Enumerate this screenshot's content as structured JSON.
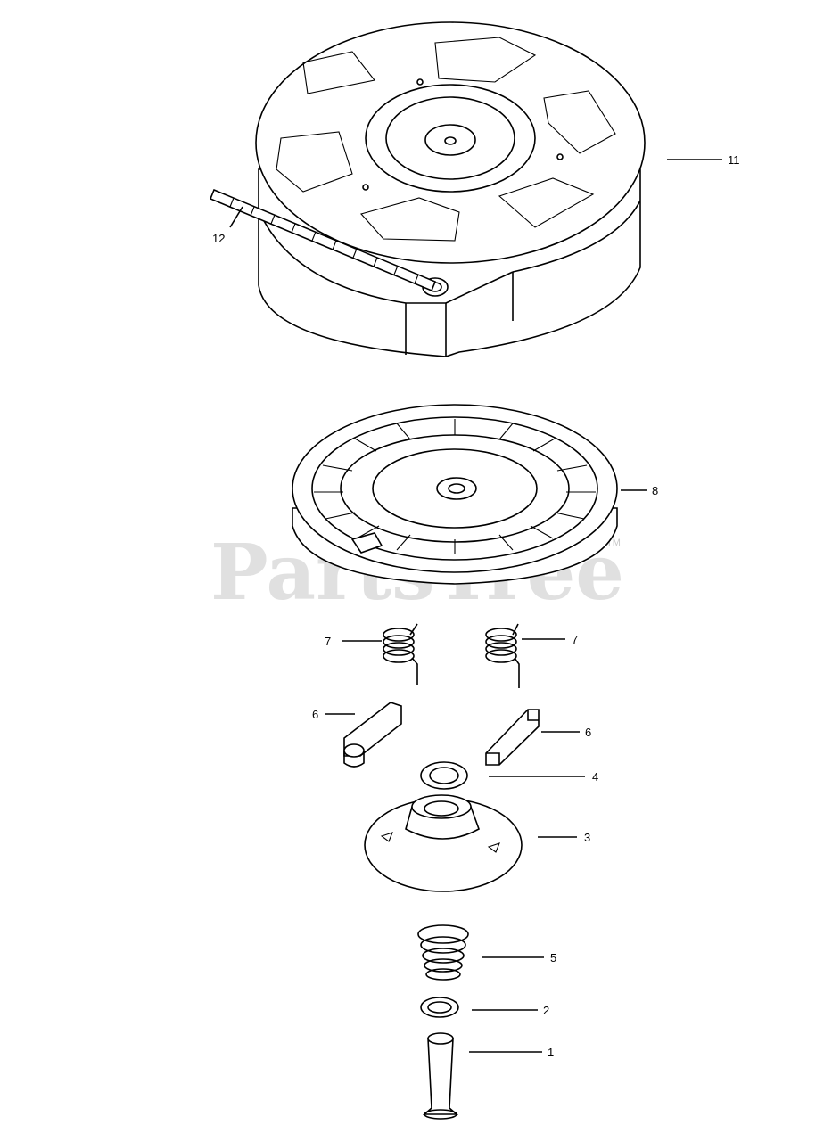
{
  "watermark": {
    "text": "PartsTree",
    "trademark": "TM"
  },
  "callouts": [
    {
      "id": "11",
      "label": "11"
    },
    {
      "id": "12",
      "label": "12"
    },
    {
      "id": "8",
      "label": "8"
    },
    {
      "id": "7a",
      "label": "7"
    },
    {
      "id": "7b",
      "label": "7"
    },
    {
      "id": "6a",
      "label": "6"
    },
    {
      "id": "6b",
      "label": "6"
    },
    {
      "id": "4",
      "label": "4"
    },
    {
      "id": "3",
      "label": "3"
    },
    {
      "id": "5",
      "label": "5"
    },
    {
      "id": "2",
      "label": "2"
    },
    {
      "id": "1",
      "label": "1"
    }
  ]
}
